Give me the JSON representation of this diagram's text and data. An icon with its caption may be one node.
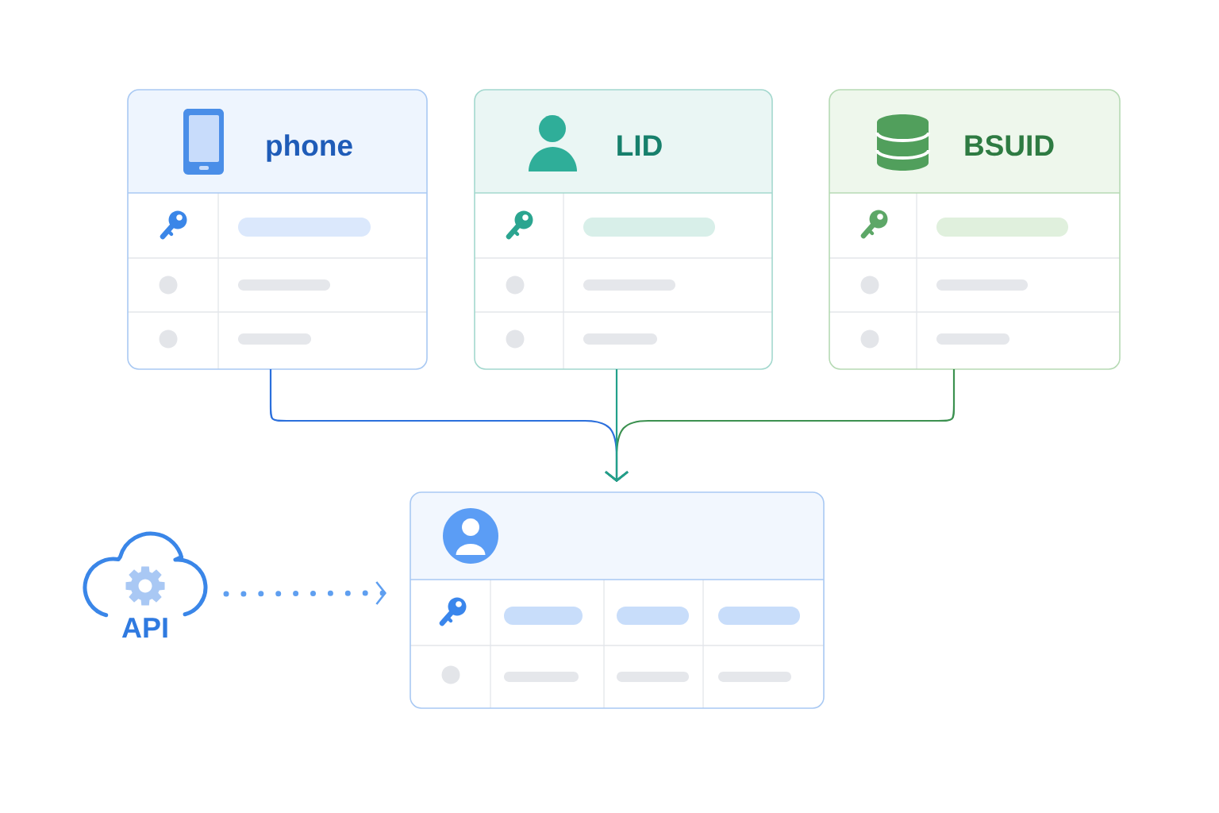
{
  "diagram": {
    "nodes": [
      {
        "text": [
          "phone"
        ]
      },
      {
        "text": [
          "LID"
        ]
      },
      {
        "text": [
          "BSUID"
        ]
      },
      {
        "text": [],
        "shape": "box"
      },
      {
        "text": [
          "API"
        ]
      }
    ],
    "edges": [
      {
        "from": 0,
        "to": 3,
        "arrow": "to",
        "color": "#2b6fdc"
      },
      {
        "from": 1,
        "to": 3,
        "arrow": "to",
        "color": "#22a08a"
      },
      {
        "from": 2,
        "to": 3,
        "arrow": "to",
        "color": "#3c9150"
      },
      {
        "from": 4,
        "to": 3,
        "arrow": "to",
        "style": "dashed",
        "color": "#5f9ff0"
      }
    ]
  }
}
